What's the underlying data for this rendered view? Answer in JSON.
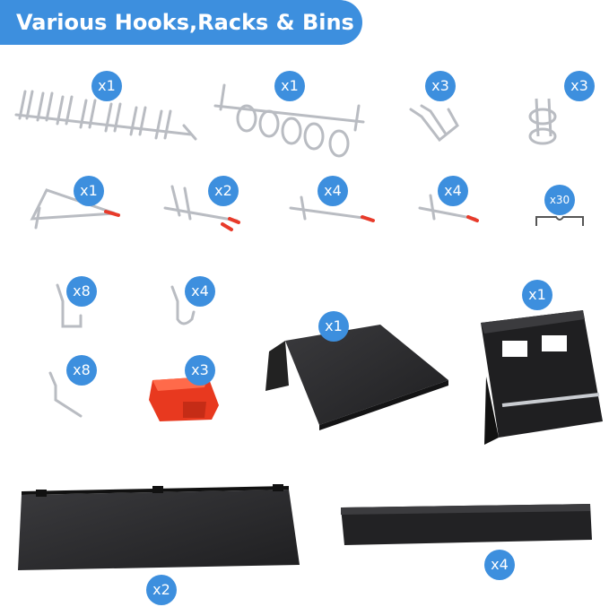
{
  "title": "Various Hooks,Racks & Bins",
  "quantities": {
    "multi_hook_rack": "x1",
    "loop_hook_rack": "x1",
    "double_prong_hook": "x3",
    "ring_hook": "x3",
    "angled_hook": "x1",
    "straight_double_hook": "x2",
    "single_hook_long": "x4",
    "single_hook_short": "x4",
    "pegboard_clip": "x30",
    "j_hook": "x8",
    "curved_hook": "x4",
    "l_hook": "x8",
    "storage_bin": "x3",
    "angled_shelf": "x1",
    "paper_towel_holder": "x1",
    "large_shelf": "x2",
    "mounting_rail": "x4"
  },
  "colors": {
    "accent": "#3d8fde",
    "metal": "#b9bcc2",
    "panel": "#2a2a2c",
    "bin": "#e8391f",
    "tip": "#e83a2a"
  }
}
